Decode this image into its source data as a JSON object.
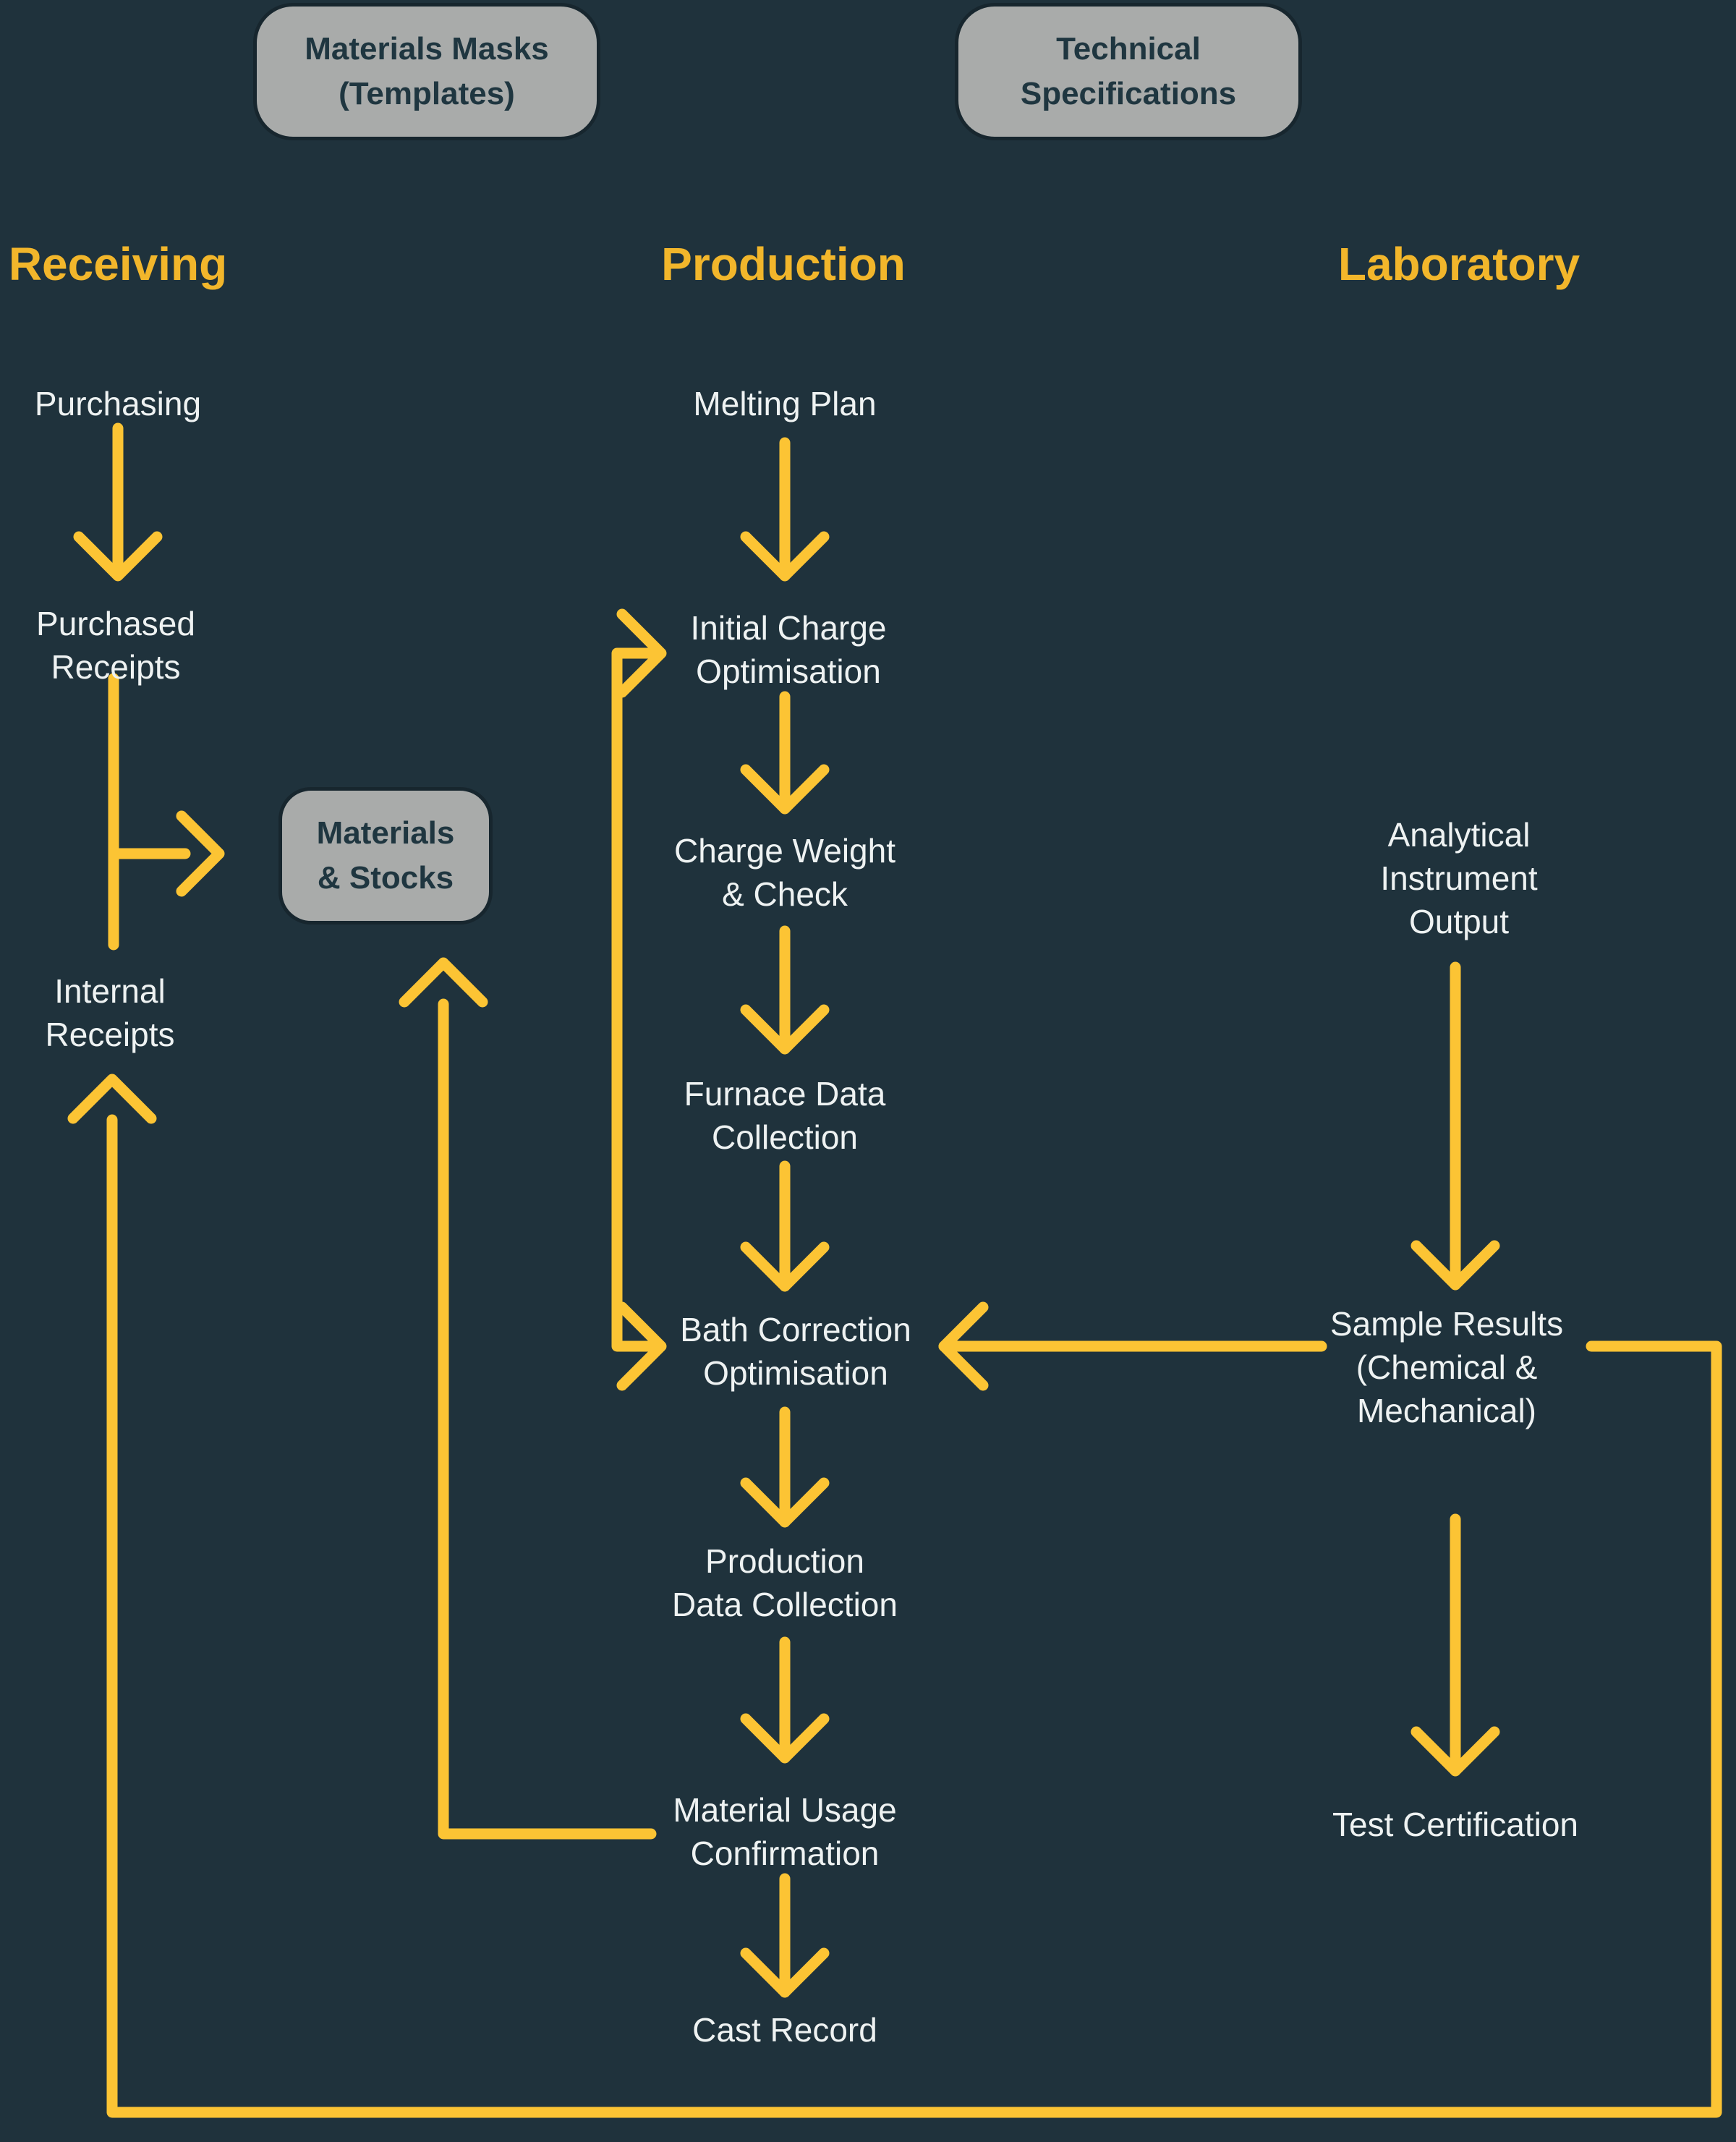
{
  "colors": {
    "background": "#1f323c",
    "arrow": "#fcc434",
    "header_text": "#f2b62b",
    "node_text": "#eef2f2",
    "box_fill": "#a9abaa",
    "box_border": "#17262e",
    "box_text": "#1f3640"
  },
  "headers": [
    {
      "id": "receiving",
      "label": "Receiving"
    },
    {
      "id": "production",
      "label": "Production"
    },
    {
      "id": "laboratory",
      "label": "Laboratory"
    }
  ],
  "top_boxes": [
    {
      "id": "materials-masks",
      "label": "Materials Masks\n(Templates)"
    },
    {
      "id": "technical-specifications",
      "label": "Technical\nSpecifications"
    }
  ],
  "mid_boxes": [
    {
      "id": "materials-stocks",
      "label": "Materials\n& Stocks"
    }
  ],
  "nodes": {
    "purchasing": {
      "label": "Purchasing"
    },
    "purchased_receipts": {
      "label": "Purchased\nReceipts"
    },
    "internal_receipts": {
      "label": "Internal\nReceipts"
    },
    "melting_plan": {
      "label": "Melting Plan"
    },
    "initial_charge": {
      "label": "Initial Charge\nOptimisation"
    },
    "charge_weight": {
      "label": "Charge Weight\n& Check"
    },
    "furnace_data": {
      "label": "Furnace Data\nCollection"
    },
    "bath_correction": {
      "label": "Bath Correction\nOptimisation"
    },
    "production_data": {
      "label": "Production\nData Collection"
    },
    "material_usage": {
      "label": "Material Usage\nConfirmation"
    },
    "cast_record": {
      "label": "Cast Record"
    },
    "analytical_output": {
      "label": "Analytical\nInstrument\nOutput"
    },
    "sample_results": {
      "label": "Sample Results\n(Chemical &\nMechanical)"
    },
    "test_certification": {
      "label": "Test Certification"
    }
  }
}
